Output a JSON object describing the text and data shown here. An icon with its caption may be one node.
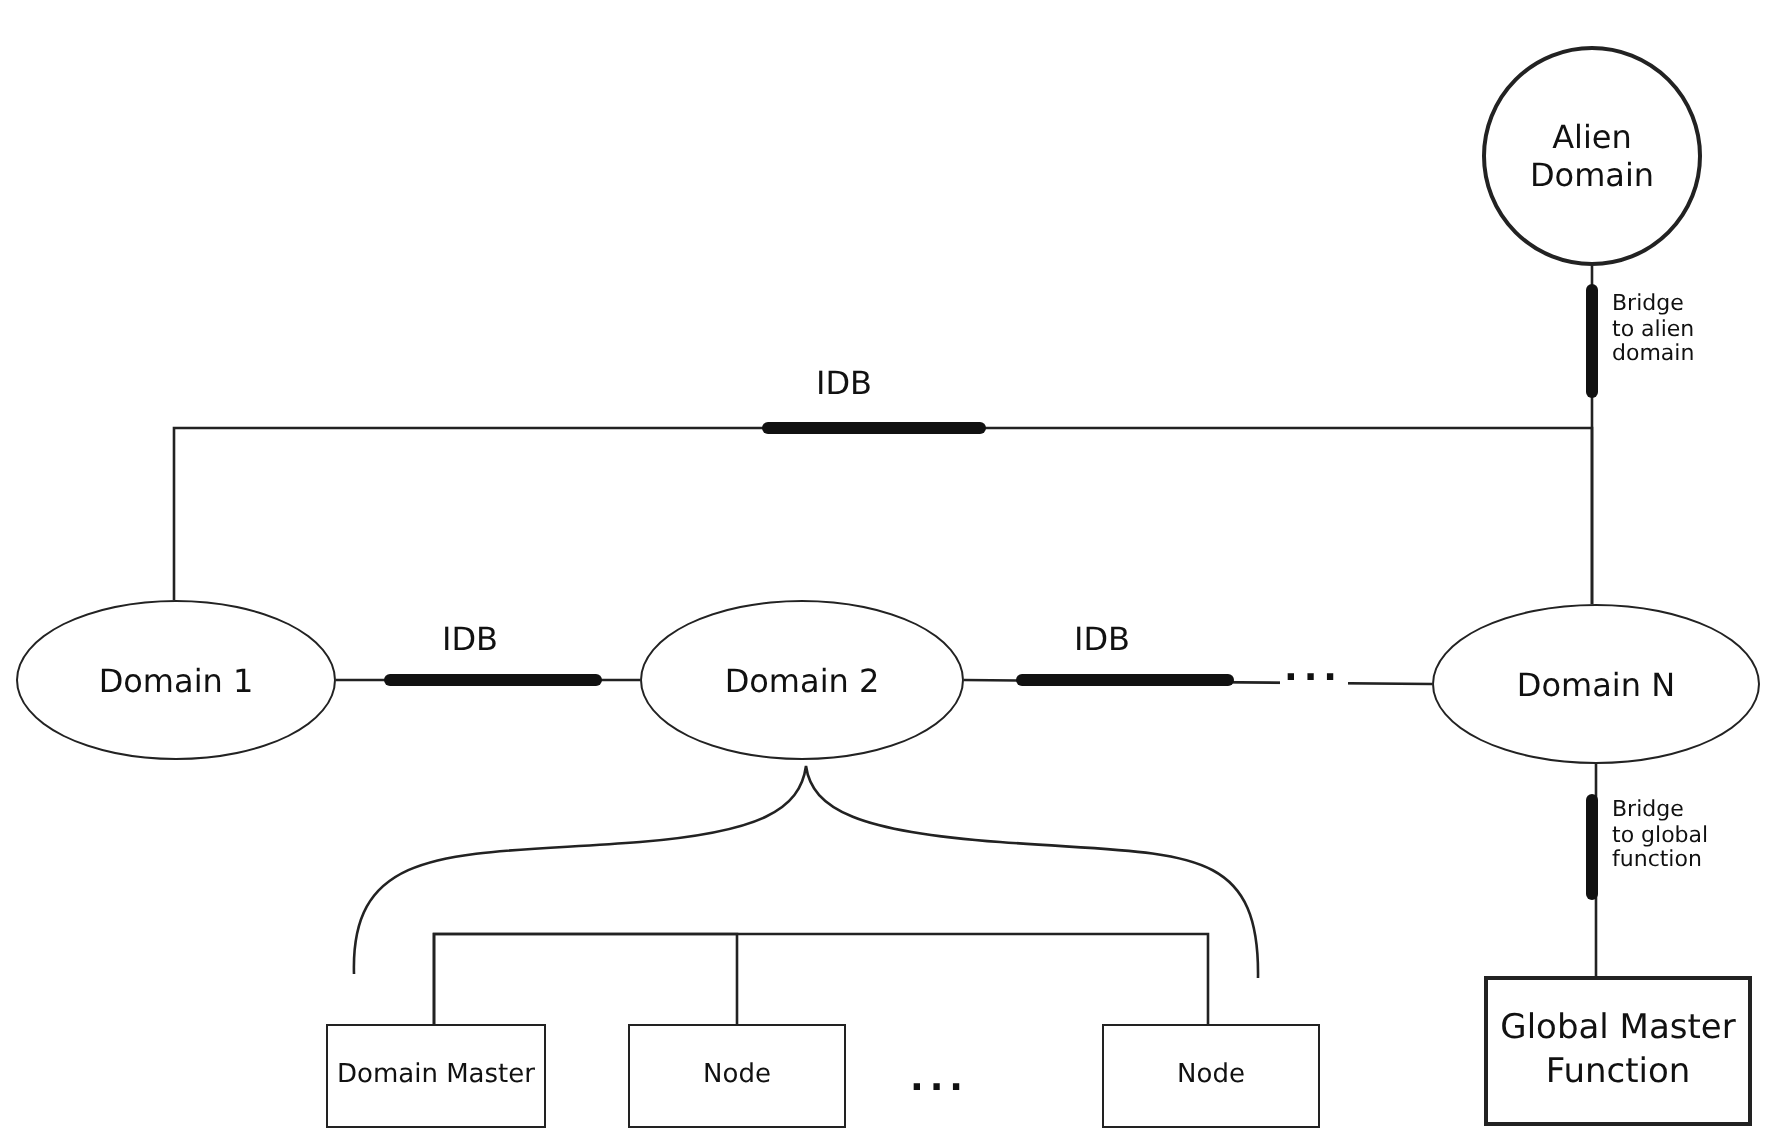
{
  "diagram": {
    "nodes": [
      {
        "text": [
          "Alien Domain"
        ]
      },
      {
        "text": [
          "Domain 1"
        ]
      },
      {
        "text": [
          "Domain 2"
        ]
      },
      {
        "text": [
          "Domain N"
        ]
      },
      {
        "text": [
          "Domain Master"
        ]
      },
      {
        "text": [
          "Node"
        ]
      },
      {
        "text": [
          "Node"
        ]
      },
      {
        "text": [
          "Global Master Function"
        ]
      }
    ],
    "edges": [
      {
        "from": 1,
        "to": 2,
        "arrow": "none",
        "label": "IDB"
      },
      {
        "from": 2,
        "to": 3,
        "arrow": "none",
        "label": "IDB"
      },
      {
        "from": 1,
        "to": 3,
        "arrow": "none",
        "label": "IDB"
      },
      {
        "from": 0,
        "to": 3,
        "arrow": "none",
        "label": "Bridge to alien domain"
      },
      {
        "from": 3,
        "to": 7,
        "arrow": "none",
        "label": "Bridge to global function"
      },
      {
        "from": 4,
        "to": 5,
        "arrow": "none"
      },
      {
        "from": 4,
        "to": 6,
        "arrow": "none"
      }
    ],
    "labels": [
      "...",
      "..."
    ]
  }
}
